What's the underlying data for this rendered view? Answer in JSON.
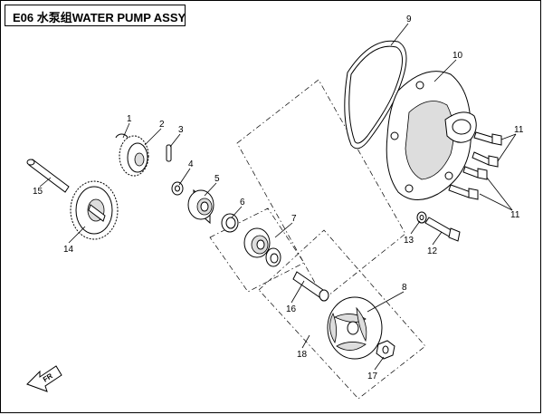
{
  "title": "E06 水泵组WATER PUMP ASSY",
  "callouts": [
    {
      "id": "c1",
      "text": "1"
    },
    {
      "id": "c2",
      "text": "2"
    },
    {
      "id": "c3",
      "text": "3"
    },
    {
      "id": "c4",
      "text": "4"
    },
    {
      "id": "c5",
      "text": "5"
    },
    {
      "id": "c6",
      "text": "6"
    },
    {
      "id": "c7",
      "text": "7"
    },
    {
      "id": "c8",
      "text": "8"
    },
    {
      "id": "c9",
      "text": "9"
    },
    {
      "id": "c10",
      "text": "10"
    },
    {
      "id": "c11a",
      "text": "11"
    },
    {
      "id": "c11b",
      "text": "11"
    },
    {
      "id": "c12",
      "text": "12"
    },
    {
      "id": "c13",
      "text": "13"
    },
    {
      "id": "c14",
      "text": "14"
    },
    {
      "id": "c15",
      "text": "15"
    },
    {
      "id": "c16",
      "text": "16"
    },
    {
      "id": "c17",
      "text": "17"
    },
    {
      "id": "c18",
      "text": "18"
    }
  ],
  "direction_marker": "FR"
}
